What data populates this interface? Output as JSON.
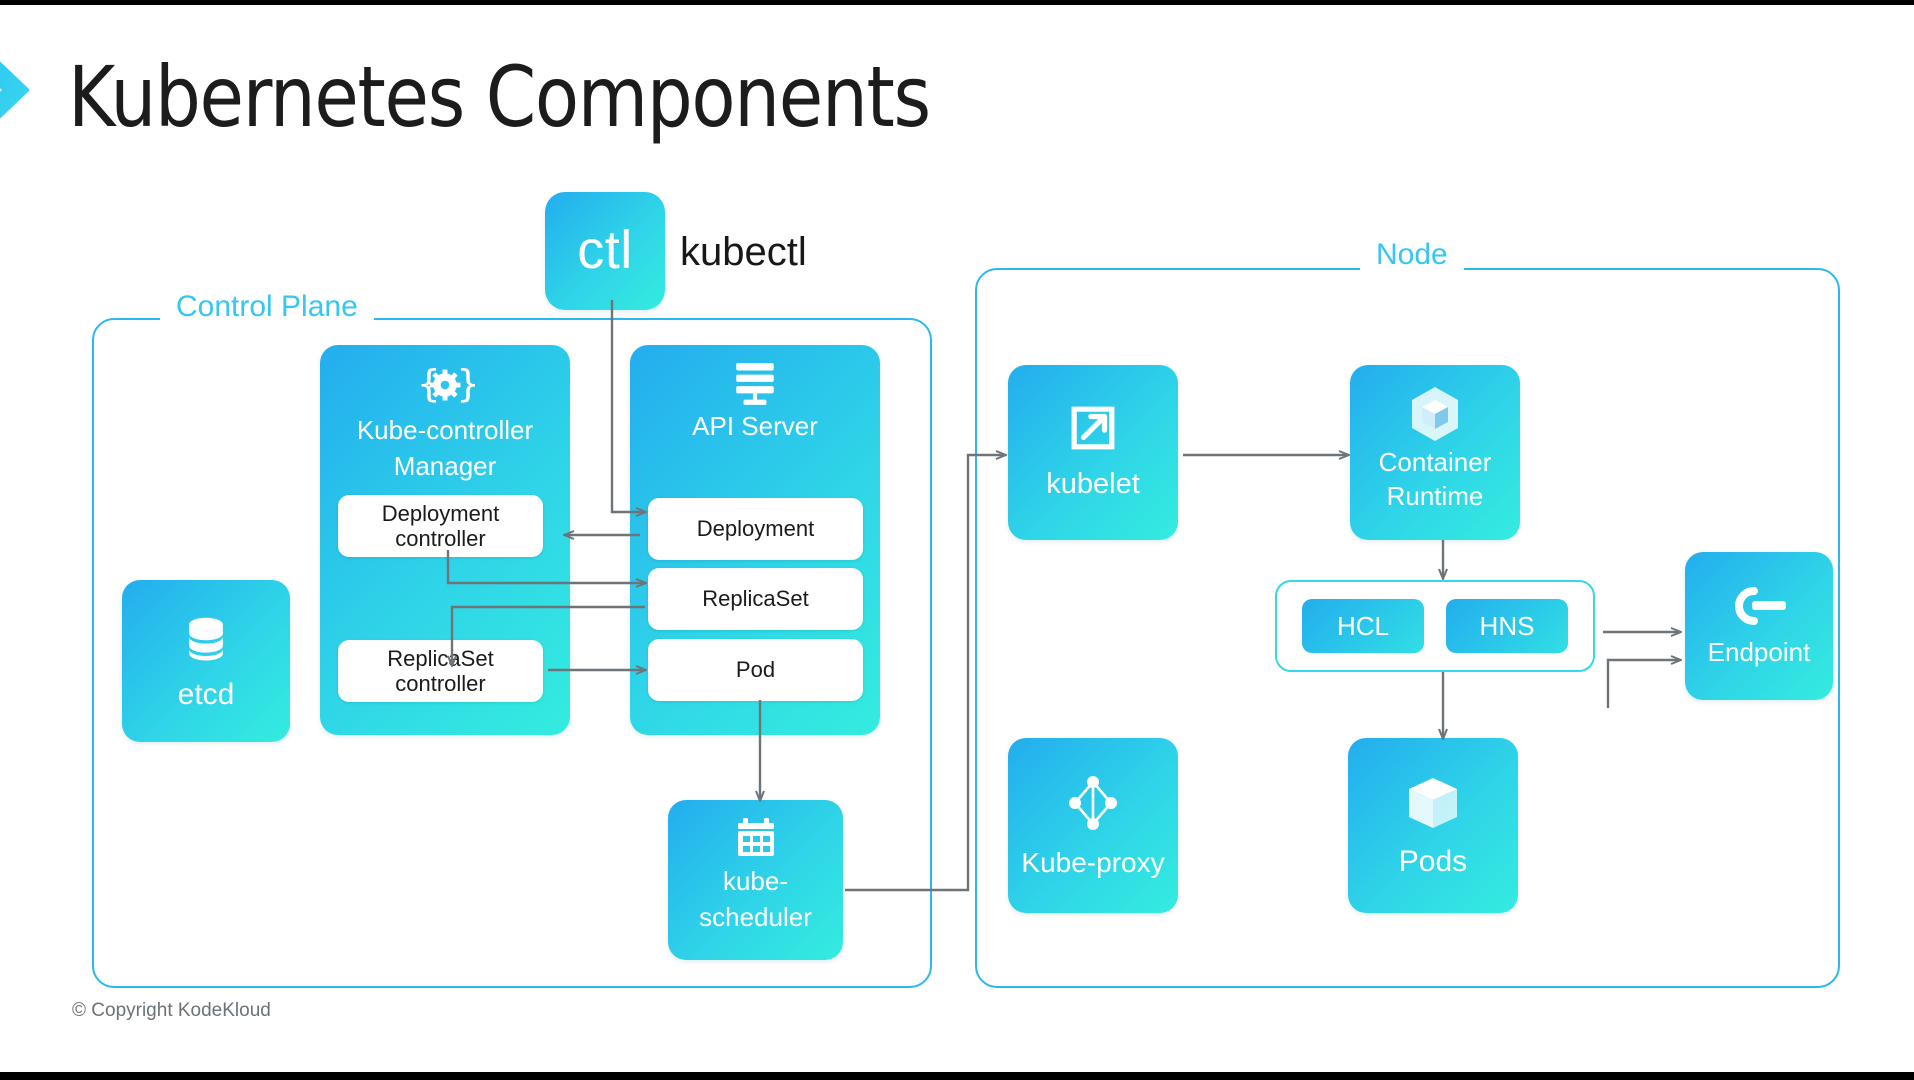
{
  "page": {
    "title": "Kubernetes Components",
    "copyright": "© Copyright KodeKloud",
    "brand_icon": "chevron-right-icon",
    "accent_color": "#35c6f4",
    "card_gradient_from": "#23adee",
    "card_gradient_to": "#34ecdf",
    "wire_color": "#6f7478",
    "title_color": "#1c1c1c"
  },
  "kubectl": {
    "box_text": "ctl",
    "label": "kubectl",
    "icon": "kubectl-logo-icon"
  },
  "control_plane": {
    "label": "Control Plane",
    "etcd": {
      "label": "etcd",
      "icon": "database-cylinder-icon"
    },
    "controller_manager": {
      "label": "Kube-controller Manager",
      "label_line1": "Kube-controller",
      "label_line2": "Manager",
      "icon": "braces-gear-icon",
      "controllers": [
        {
          "label": "Deployment controller",
          "line1": "Deployment",
          "line2": "controller"
        },
        {
          "label": "ReplicaSet controller",
          "line1": "ReplicaSet",
          "line2": "controller"
        }
      ]
    },
    "api_server": {
      "label": "API Server",
      "icon": "server-stack-icon",
      "resources": [
        {
          "label": "Deployment"
        },
        {
          "label": "ReplicaSet"
        },
        {
          "label": "Pod"
        }
      ]
    },
    "scheduler": {
      "label": "kube-scheduler",
      "label_line1": "kube-",
      "label_line2": "scheduler",
      "icon": "calendar-icon"
    }
  },
  "node": {
    "label": "Node",
    "kubelet": {
      "label": "kubelet",
      "icon": "arrow-out-of-box-icon"
    },
    "container_runtime": {
      "label": "Container Runtime",
      "label_line1": "Container",
      "label_line2": "Runtime",
      "icon": "hexagon-cube-icon"
    },
    "network_stack": {
      "chips": [
        {
          "label": "HCL"
        },
        {
          "label": "HNS"
        }
      ]
    },
    "endpoint": {
      "label": "Endpoint",
      "icon": "plug-endpoint-icon"
    },
    "kube_proxy": {
      "label": "Kube-proxy",
      "icon": "network-graph-icon"
    },
    "pods": {
      "label": "Pods",
      "icon": "cube-box-icon"
    }
  },
  "connections": [
    {
      "from": "kubectl",
      "to": "api-server-deployment"
    },
    {
      "from": "api-server-deployment",
      "to": "deployment-controller"
    },
    {
      "from": "deployment-controller",
      "to": "api-server-replicaset"
    },
    {
      "from": "api-server-replicaset",
      "to": "replicaset-controller"
    },
    {
      "from": "replicaset-controller",
      "to": "api-server-pod"
    },
    {
      "from": "api-server-pod",
      "to": "kube-scheduler"
    },
    {
      "from": "kube-scheduler",
      "to": "kubelet"
    },
    {
      "from": "kubelet",
      "to": "container-runtime"
    },
    {
      "from": "container-runtime",
      "to": "network-stack"
    },
    {
      "from": "network-stack",
      "to": "endpoint"
    },
    {
      "from": "network-stack",
      "to": "pods"
    },
    {
      "from": "pods",
      "to": "endpoint"
    }
  ]
}
